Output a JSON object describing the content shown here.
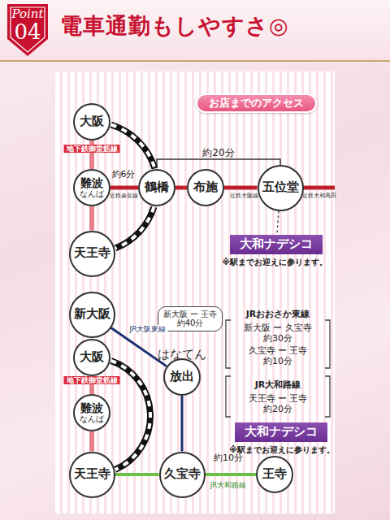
{
  "diagram": {
    "title": "電車通勤もしやすさ◎",
    "nodes": [
      {
        "text": [
          "Point",
          "04"
        ]
      },
      {
        "text": [
          "お店までのアクセス"
        ]
      },
      {
        "text": [
          "大阪"
        ]
      },
      {
        "text": [
          "難波",
          "なんば"
        ]
      },
      {
        "text": [
          "天王寺"
        ]
      },
      {
        "text": [
          "鶴橋"
        ]
      },
      {
        "text": [
          "布施"
        ]
      },
      {
        "text": [
          "五位堂"
        ]
      },
      {
        "text": [
          "大和ナデシコ"
        ]
      },
      {
        "text": [
          "新大阪"
        ]
      },
      {
        "text": [
          "大阪"
        ]
      },
      {
        "text": [
          "新大阪 ー 王寺 約40分"
        ]
      },
      {
        "text": [
          "はなてん",
          "放出"
        ]
      },
      {
        "text": [
          "難波",
          "なんば"
        ]
      },
      {
        "text": [
          "天王寺"
        ]
      },
      {
        "text": [
          "久宝寺"
        ]
      },
      {
        "text": [
          "王寺"
        ]
      },
      {
        "text": [
          "大和ナデシコ"
        ]
      }
    ],
    "edges": [
      {
        "from": 2,
        "to": 3,
        "arrow": "none",
        "label": "地下鉄御堂筋線"
      },
      {
        "from": 3,
        "to": 4,
        "arrow": "none"
      },
      {
        "from": 2,
        "to": 5,
        "arrow": "none"
      },
      {
        "from": 5,
        "to": 4,
        "arrow": "none"
      },
      {
        "from": 3,
        "to": 5,
        "arrow": "none",
        "label": "約6分"
      },
      {
        "from": 5,
        "to": 6,
        "arrow": "none"
      },
      {
        "from": 6,
        "to": 7,
        "arrow": "none"
      },
      {
        "from": 7,
        "to": 8,
        "arrow": "none"
      },
      {
        "from": 9,
        "to": 12,
        "arrow": "none",
        "label": "JR大阪東線"
      },
      {
        "from": 12,
        "to": 15,
        "arrow": "none"
      },
      {
        "from": 10,
        "to": 13,
        "arrow": "none",
        "label": "地下鉄御堂筋線"
      },
      {
        "from": 13,
        "to": 14,
        "arrow": "none"
      },
      {
        "from": 10,
        "to": 14,
        "arrow": "none"
      },
      {
        "from": 14,
        "to": 15,
        "arrow": "none"
      },
      {
        "from": 15,
        "to": 16,
        "arrow": "none",
        "label": "約10分"
      }
    ],
    "labels": [
      "近鉄奈良線",
      "約20分",
      "近鉄大阪線",
      "近鉄大和高田",
      "※駅までお迎えに参ります。",
      "JRおおさか東線",
      "新大阪 ー 久宝寺 約30分",
      "久宝寺 ー 王寺 約10分",
      "JR大和路線",
      "天王寺 ー 王寺 約20分",
      "※駅までお迎えに参ります。",
      "JR大和路線"
    ]
  }
}
